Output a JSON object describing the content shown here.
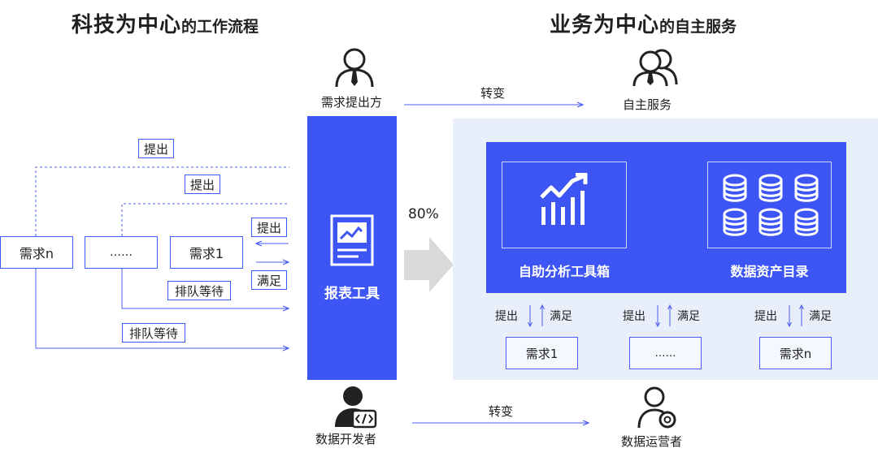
{
  "left_title": {
    "main": "科技为中心",
    "sub": "的工作流程"
  },
  "right_title": {
    "main": "业务为中心",
    "sub": "的自主服务"
  },
  "top_person_label": "需求提出方",
  "top_arrow_label": "转变",
  "top_right_label": "自主服务",
  "bottom_person_label": "数据开发者",
  "bottom_arrow_label": "转变",
  "bottom_right_label": "数据运营者",
  "report_tool": "报表工具",
  "percent": "80%",
  "left_flow": {
    "propose_labels": [
      "提出",
      "提出",
      "提出"
    ],
    "satisfy_label": "满足",
    "queue_labels": [
      "排队等待",
      "排队等待"
    ],
    "requests": [
      "需求n",
      "……",
      "需求1"
    ]
  },
  "right_panel": {
    "tool_box": "自助分析工具箱",
    "catalog": "数据资产目录",
    "flows": [
      {
        "propose": "提出",
        "satisfy": "满足",
        "request": "需求1"
      },
      {
        "propose": "提出",
        "satisfy": "满足",
        "request": "……"
      },
      {
        "propose": "提出",
        "satisfy": "满足",
        "request": "需求n"
      }
    ]
  },
  "colors": {
    "accent": "#3d55f5",
    "panel_bg": "#e8effa",
    "line": "#4a5df2"
  }
}
